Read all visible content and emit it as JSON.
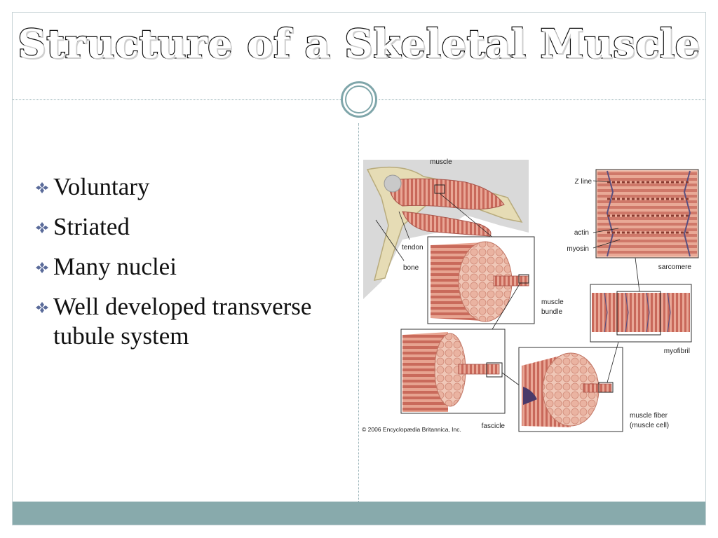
{
  "slide": {
    "title": "Structure of a Skeletal Muscle",
    "bullets": [
      "Voluntary",
      "Striated",
      "Many nuclei",
      "Well developed transverse tubule system"
    ]
  },
  "figure": {
    "labels": {
      "muscle": "muscle",
      "tendon": "tendon",
      "bone": "bone",
      "muscle_bundle_1": "muscle",
      "muscle_bundle_2": "bundle",
      "z_line": "Z line",
      "actin": "actin",
      "myosin": "myosin",
      "sarcomere": "sarcomere",
      "myofibril": "myofibril",
      "fascicle": "fascicle",
      "muscle_fiber_1": "muscle fiber",
      "muscle_fiber_2": "(muscle cell)"
    },
    "credit": "© 2006 Encyclopædia Britannica, Inc."
  },
  "colors": {
    "accent": "#88aaac",
    "ornament": "#7fa6aa",
    "muscle": "#c8685a",
    "muscle_light": "#e9a796"
  }
}
